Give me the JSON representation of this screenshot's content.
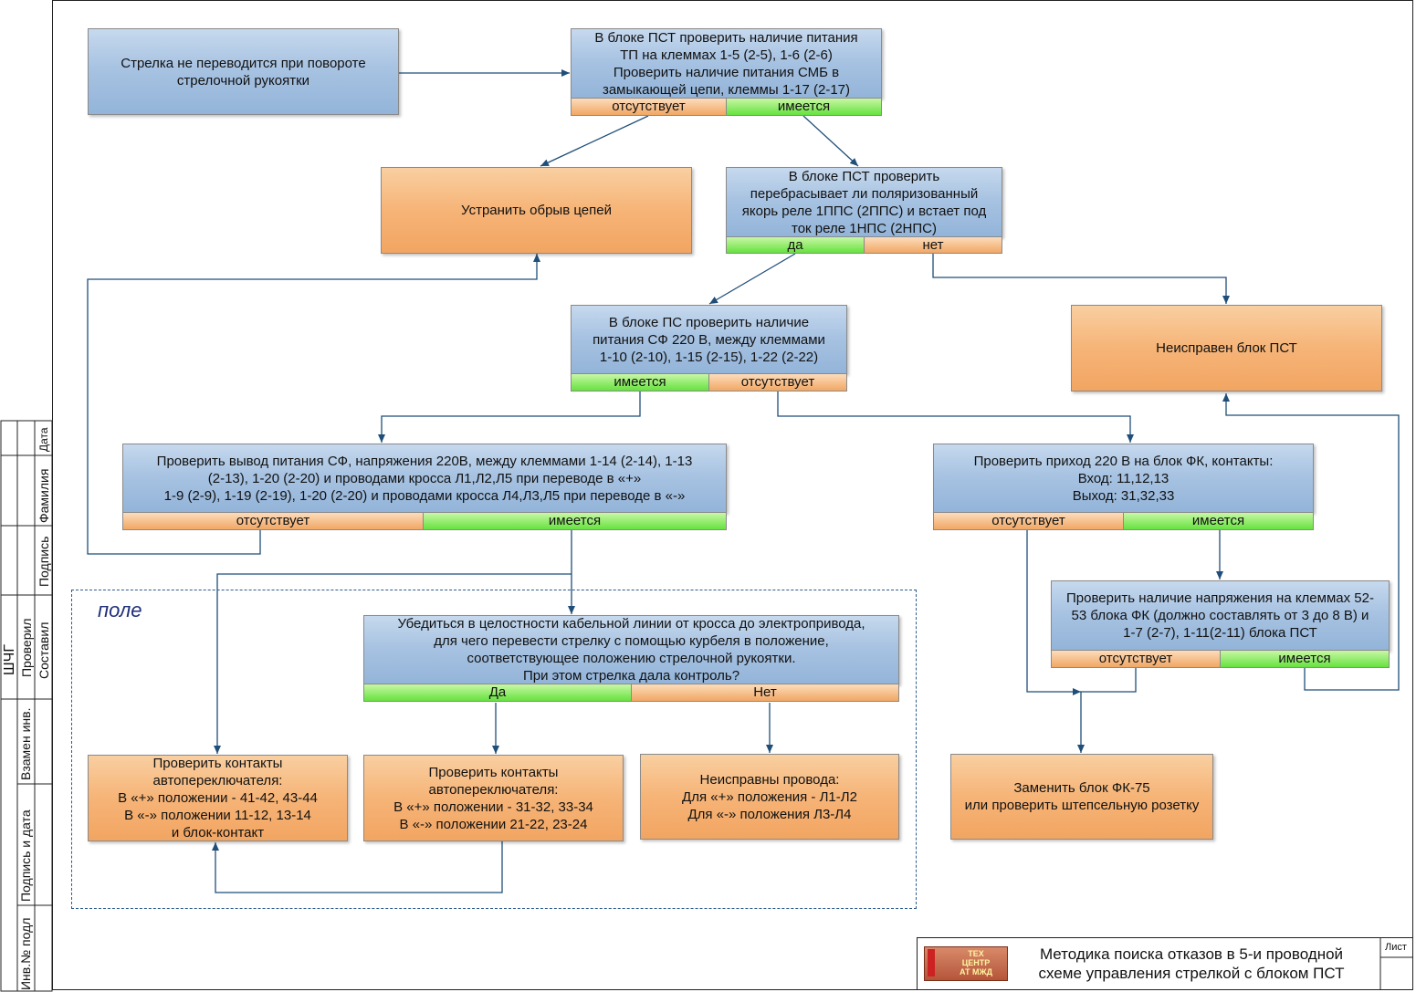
{
  "boxes": {
    "start": "Стрелка не переводится при повороте\nстрелочной рукоятки",
    "pst_check": "В блоке ПСТ проверить наличие питания\nТП на клеммах 1-5 (2-5), 1-6 (2-6)\nПроверить наличие питания СМБ в\nзамыкающей цепи, клеммы 1-17 (2-17)",
    "fix_break": "Устранить обрыв цепей",
    "relay_check": "В блоке ПСТ проверить\nперебрасывает ли поляризованный\nякорь реле 1ППС (2ППС) и встает под\nток реле 1НПС (2НПС)",
    "pst_faulty": "Неисправен блок ПСТ",
    "ps_check": "В блоке ПС проверить наличие\nпитания СФ 220 В, между клеммами\n1-10 (2-10), 1-15 (2-15), 1-22 (2-22)",
    "sf_output": "Проверить вывод питания СФ, напряжения 220В, между клеммами 1-14 (2-14), 1-13\n(2-13), 1-20 (2-20) и проводами кросса Л1,Л2,Л5 при переводе в «+»\n1-9 (2-9), 1-19 (2-19), 1-20 (2-20) и проводами кросса Л4,Л3,Л5 при переводе в «-»",
    "fk_input": "Проверить приход 220 В на блок ФК, контакты:\nВход: 11,12,13\nВыход: 31,32,33",
    "fk_voltage": "Проверить наличие напряжения на клеммах 52-\n53 блока ФК (должно составлять от 3 до 8 В) и\n1-7 (2-7), 1-11(2-11) блока ПСТ",
    "cable_check": "Убедиться в целостности кабельной линии от кросса до электропривода,\nдля чего перевести стрелку с помощью курбеля в положение,\nсоответствующее положению стрелочной рукоятки.\nПри этом стрелка дала контроль?",
    "contacts_a": "Проверить контакты\nавтопереключателя:\nВ «+» положении -  41-42, 43-44\nВ «-» положении 11-12, 13-14\nи блок-контакт",
    "contacts_b": "Проверить контакты\nавтопереключателя:\nВ «+» положении -  31-32, 33-34\nВ «-» положении 21-22, 23-24",
    "faulty_wires": "Неисправны провода:\nДля «+» положения - Л1-Л2\nДля «-» положения Л3-Л4",
    "replace_fk": "Заменить блок ФК-75\nили проверить штепсельную розетку"
  },
  "tabs": {
    "pst_check_no": "отсутствует",
    "pst_check_yes": "имеется",
    "relay_yes": "да",
    "relay_no": "нет",
    "ps_yes": "имеется",
    "ps_no": "отсутствует",
    "sf_no": "отсутствует",
    "sf_yes": "имеется",
    "fk_no": "отсутствует",
    "fk_yes": "имеется",
    "fkv_no": "отсутствует",
    "fkv_yes": "имеется",
    "cable_yes": "Да",
    "cable_no": "Нет"
  },
  "field_label": "поле",
  "title": "Методика поиска отказов в 5-и проводной\nсхеме управления стрелкой с блоком ПСТ",
  "logo_text": "ТЕХ\nЦЕНТР\nАТ МЖД",
  "sheet_label": "Лист",
  "stamp": {
    "shchg": "ШЧГ",
    "checked": "Проверил",
    "compiled": "Составил",
    "date": "Дата",
    "surname": "Фамилия",
    "signature": "Подпись",
    "replaced_inv": "Взамен инв.",
    "sign_date": "Подпись и дата",
    "inv_no": "Инв.№ подл"
  },
  "colors": {
    "box_blue": "#a8c3e2",
    "box_orange": "#f6b477",
    "tab_green": "#66e23f",
    "arrow": "#1f4e79",
    "field_border": "#2d5b8c"
  }
}
